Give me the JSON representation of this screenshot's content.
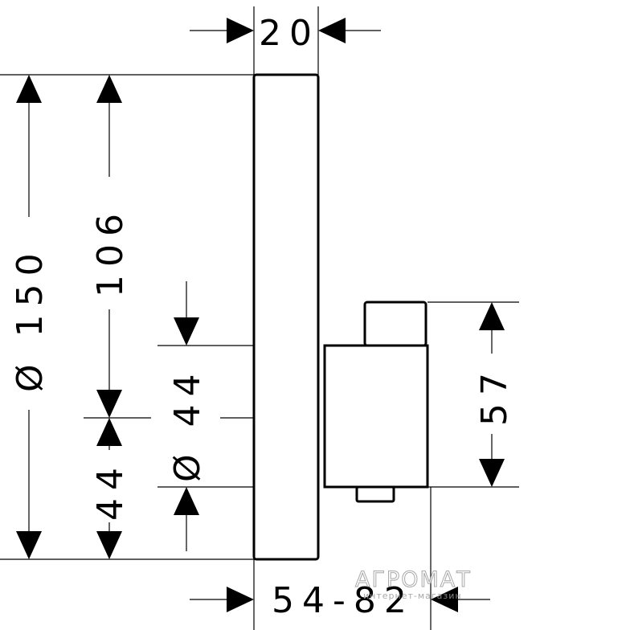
{
  "diagram": {
    "dimensions": {
      "depth_top": "20",
      "diameter_outer": "Ø 150",
      "height_upper": "106",
      "diameter_inner": "Ø 44",
      "height_lower": "44",
      "handle_height": "57",
      "projection": "54-82"
    }
  },
  "watermark": {
    "brand": "АГРОМАТ",
    "subtitle": "интернет-магазин"
  }
}
